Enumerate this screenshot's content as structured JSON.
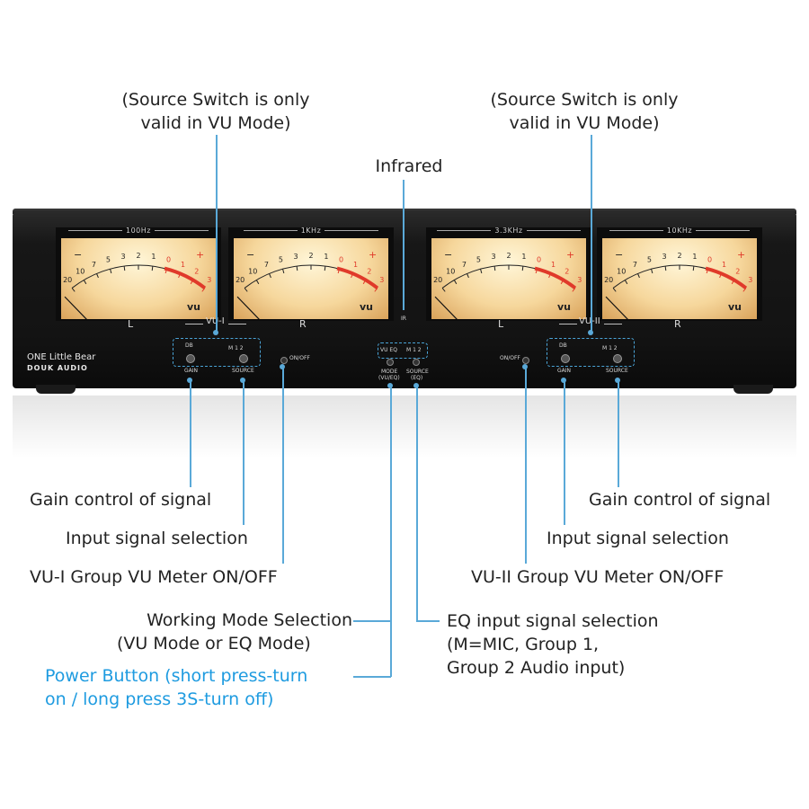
{
  "annotations": {
    "source_note_left": [
      "(Source Switch is only",
      "valid in VU Mode)"
    ],
    "source_note_right": [
      "(Source Switch is only",
      "valid in VU Mode)"
    ],
    "infrared": "Infrared",
    "gain_left": "Gain control of signal",
    "input_left": "Input signal selection",
    "vu1_onoff": "VU-I Group VU Meter ON/OFF",
    "working_mode": [
      "Working Mode Selection",
      "(VU Mode or EQ Mode)"
    ],
    "power_button": [
      "Power Button (short press-turn",
      "on / long press 3S-turn off)"
    ],
    "gain_right": "Gain control of signal",
    "input_right": "Input signal selection",
    "vu2_onoff": "VU-II Group VU Meter ON/OFF",
    "eq_input": [
      "EQ input signal selection",
      "(M=MIC, Group 1,",
      "Group 2 Audio input)"
    ]
  },
  "device": {
    "brand_line1": "ONE Little Bear",
    "brand_line2": "DOUK AUDIO",
    "meters": [
      {
        "freq": "100Hz",
        "channel": "L"
      },
      {
        "freq": "1KHz",
        "channel": "R"
      },
      {
        "freq": "3.3KHz",
        "channel": "L"
      },
      {
        "freq": "10KHz",
        "channel": "R"
      }
    ],
    "group1": "VU-I",
    "group2": "VU-II",
    "ir_label": "IR",
    "panel": {
      "gain": "GAIN",
      "source": "SOURCE",
      "onoff": "ON/OFF",
      "mode": "MODE",
      "mode_sub": "(VU/EQ)",
      "source_eq": "SOURCE",
      "source_eq_sub": "(EQ)",
      "db": "DB",
      "vu_eq": "VU  EQ",
      "m12": "M  1  2"
    },
    "scale": {
      "numbers": [
        "20",
        "10",
        "7",
        "5",
        "3",
        "2",
        "1",
        "0",
        "1",
        "2",
        "3"
      ],
      "unit": "vu",
      "minus": "−",
      "plus": "+"
    }
  },
  "colors": {
    "callout": "#5aa9d8",
    "power_text": "#1e9be0",
    "chassis": "#151515",
    "meter_face": "#f6d79c",
    "red_zone": "#e03a2a"
  }
}
